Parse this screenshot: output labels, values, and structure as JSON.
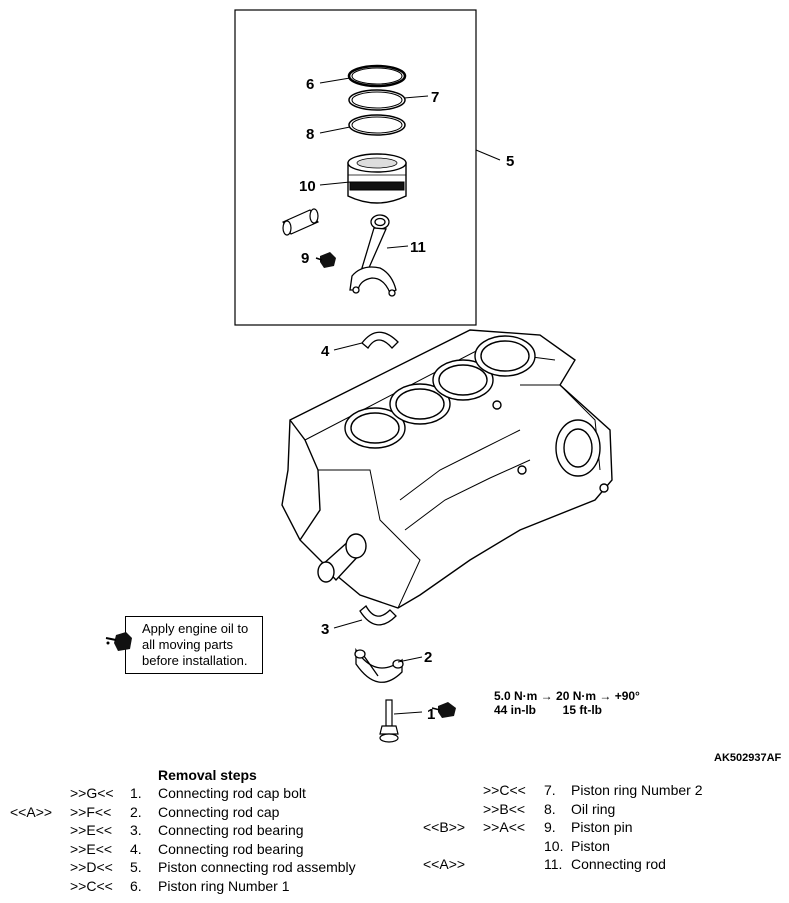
{
  "callouts": [
    "1",
    "2",
    "3",
    "4",
    "5",
    "6",
    "7",
    "8",
    "9",
    "10",
    "11"
  ],
  "note": {
    "icon": "engine-oil-can-icon",
    "lines": [
      "Apply engine oil to",
      "all moving parts",
      "before installation."
    ]
  },
  "torque": {
    "line1": "5.0 N·m → 20 N·m → +90°",
    "line2": "44 in-lb        15 ft-lb"
  },
  "figure_id": "AK502937AF",
  "removal": {
    "title": "Removal steps",
    "steps": [
      {
        "ref": "",
        "mark": ">>G<<",
        "num": "1.",
        "label": "Connecting rod cap bolt"
      },
      {
        "ref": "<<A>>",
        "mark": ">>F<<",
        "num": "2.",
        "label": "Connecting rod cap"
      },
      {
        "ref": "",
        "mark": ">>E<<",
        "num": "3.",
        "label": "Connecting rod bearing"
      },
      {
        "ref": "",
        "mark": ">>E<<",
        "num": "4.",
        "label": "Connecting rod bearing"
      },
      {
        "ref": "",
        "mark": ">>D<<",
        "num": "5.",
        "label": "Piston connecting rod assembly"
      },
      {
        "ref": "",
        "mark": ">>C<<",
        "num": "6.",
        "label": "Piston ring Number 1"
      },
      {
        "ref": "",
        "mark": ">>C<<",
        "num": "7.",
        "label": "Piston ring Number 2"
      },
      {
        "ref": "",
        "mark": ">>B<<",
        "num": "8.",
        "label": "Oil ring"
      },
      {
        "ref": "<<B>>",
        "mark": ">>A<<",
        "num": "9.",
        "label": "Piston pin"
      },
      {
        "ref": "",
        "mark": "",
        "num": "10.",
        "label": "Piston"
      },
      {
        "ref": "<<A>>",
        "mark": "",
        "num": "11.",
        "label": "Connecting rod"
      }
    ]
  }
}
